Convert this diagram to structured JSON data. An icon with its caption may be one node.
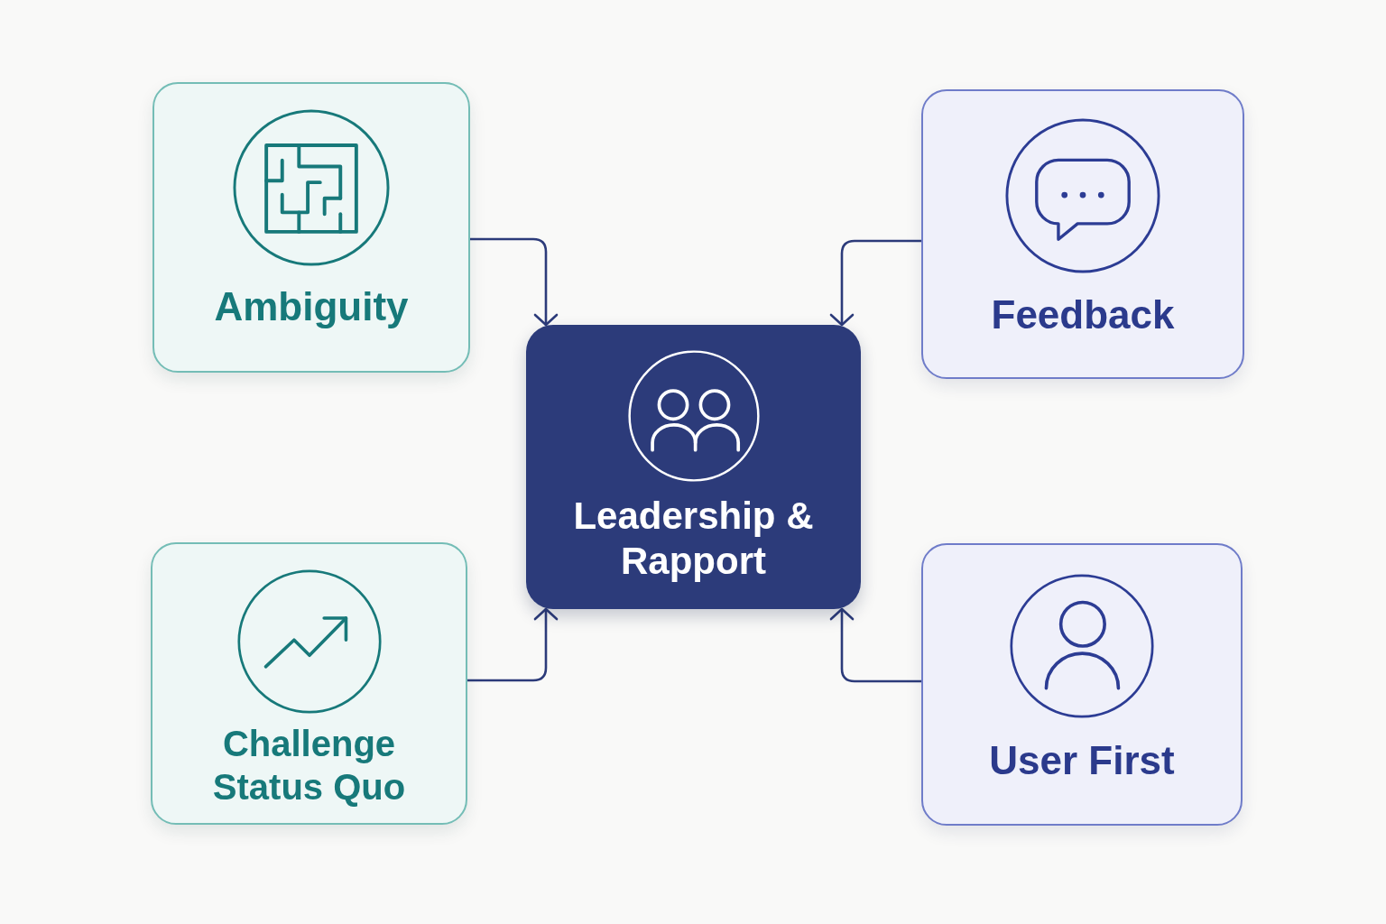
{
  "diagram": {
    "nodes": [
      {
        "text": [
          "Ambiguity"
        ]
      },
      {
        "text": [
          "Feedback"
        ]
      },
      {
        "text": [
          "Leadership & Rapport"
        ]
      },
      {
        "text": [
          "Challenge Status Quo"
        ]
      },
      {
        "text": [
          "User First"
        ]
      }
    ],
    "edges": [
      {
        "from": 0,
        "to": 2,
        "arrow": "to"
      },
      {
        "from": 1,
        "to": 2,
        "arrow": "to"
      },
      {
        "from": 3,
        "to": 2,
        "arrow": "to"
      },
      {
        "from": 4,
        "to": 2,
        "arrow": "to"
      }
    ]
  }
}
